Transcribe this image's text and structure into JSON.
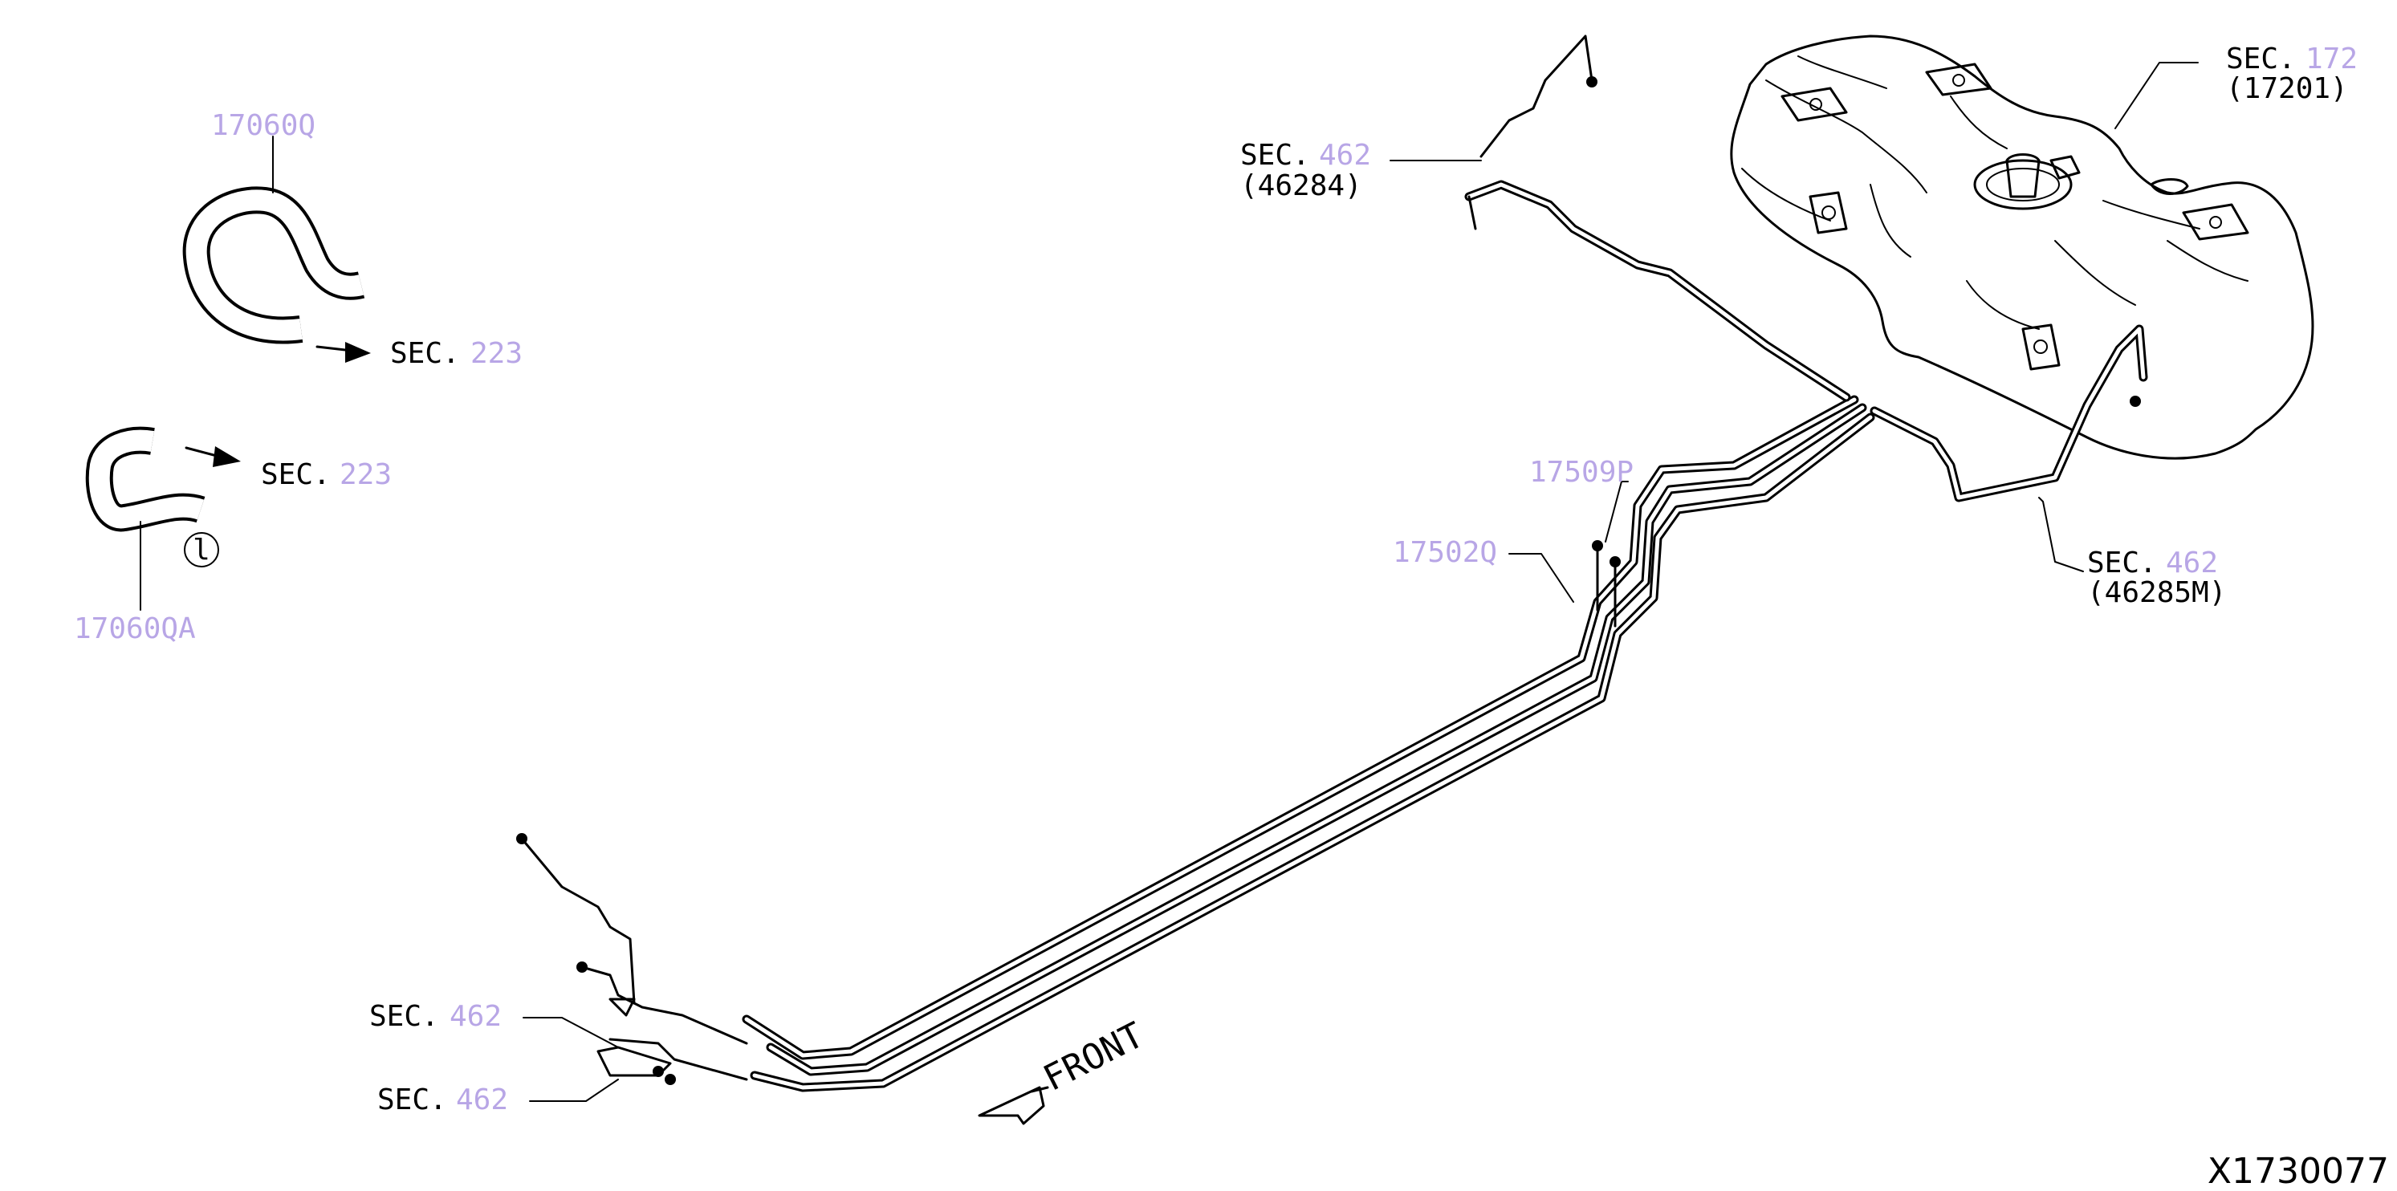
{
  "colors": {
    "line": "#000000",
    "reference_number": "#b8a6e6",
    "background": "#ffffff"
  },
  "labels": {
    "sec_prefix": "SEC.",
    "front": "FRONT",
    "diagram_id": "X1730077"
  },
  "callouts": {
    "hose_upper_part": "17060Q",
    "hose_lower_part": "17060QA",
    "hose_upper_sec": "223",
    "hose_lower_sec": "223",
    "clip_symbol": "l",
    "tank_sec": "172",
    "tank_code": "(17201)",
    "pipe_top_sec": "462",
    "pipe_top_code": "(46284)",
    "pipe_right_sec": "462",
    "pipe_right_code": "(46285M)",
    "tube_part_a": "17509P",
    "tube_part_b": "17502Q",
    "front_sec_upper": "462",
    "front_sec_lower": "462"
  }
}
